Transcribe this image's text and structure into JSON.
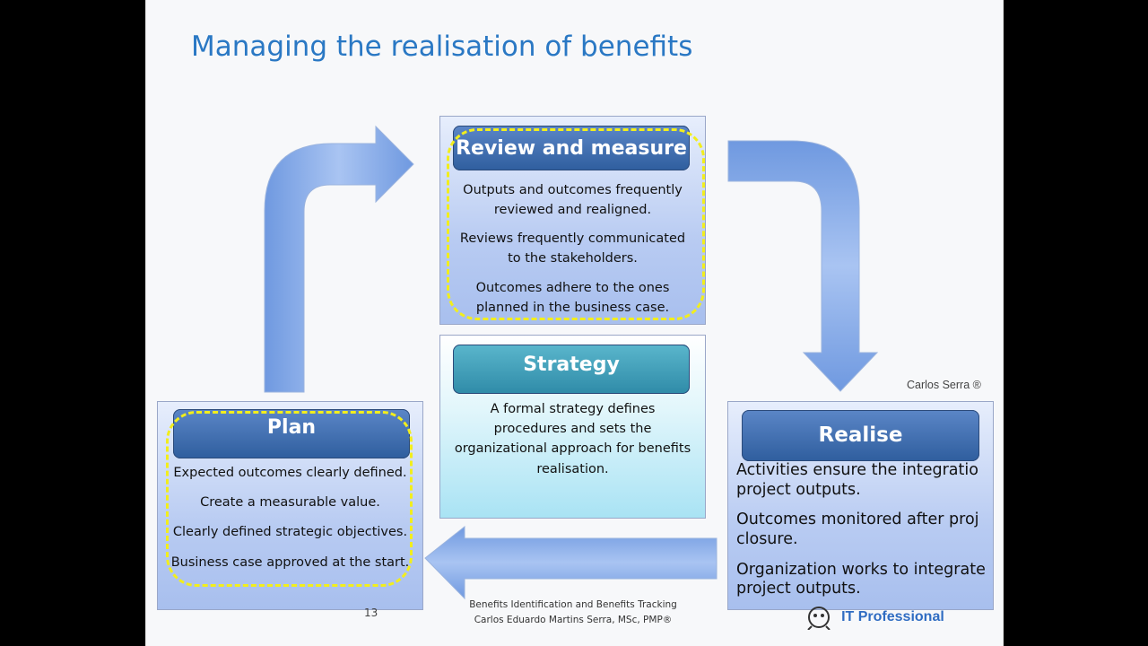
{
  "slide": {
    "title": "Managing the realisation of benefits",
    "copyright": "Carlos Serra ®",
    "page_number": "13",
    "footer": {
      "line1": "Benefits Identification and Benefits Tracking",
      "line2": "Carlos Eduardo Martins Serra, MSc, PMP®"
    },
    "logo_text": "IT Professional"
  },
  "boxes": {
    "review": {
      "header": "Review and measure",
      "lines": [
        "Outputs and outcomes frequently",
        "reviewed and realigned.",
        "Reviews frequently communicated",
        "to the stakeholders.",
        "Outcomes adhere to the ones",
        "planned in the business case."
      ]
    },
    "strategy": {
      "header": "Strategy",
      "lines": [
        "A formal strategy defines",
        "procedures and sets the",
        "organizational approach for benefits",
        "realisation."
      ]
    },
    "plan": {
      "header": "Plan",
      "lines": [
        "Expected outcomes clearly defined.",
        "Create a measurable value.",
        "Clearly defined strategic objectives.",
        "Business case approved at the start."
      ]
    },
    "realise": {
      "header": "Realise",
      "lines": [
        "Activities ensure the integratio",
        "project outputs.",
        "Outcomes monitored after proj",
        "closure.",
        "Organization works to integrate",
        "project outputs."
      ]
    }
  },
  "colors": {
    "title": "#2a78c4",
    "arrow": "#7fa6e6",
    "highlight_dash": "#f2ee1c",
    "header_blue": "#2f5e9e",
    "header_teal": "#2f8ba8"
  }
}
